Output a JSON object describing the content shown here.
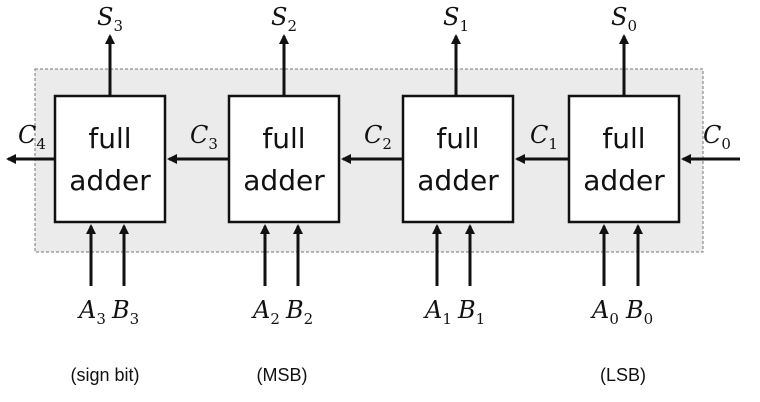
{
  "adders": [
    {
      "line1": "full",
      "line2": "adder",
      "sum": {
        "sym": "S",
        "idx": "3"
      },
      "carry_in": {
        "sym": "C",
        "idx": "3"
      },
      "carry_out": {
        "sym": "C",
        "idx": "4"
      },
      "a": {
        "sym": "A",
        "idx": "3"
      },
      "b": {
        "sym": "B",
        "idx": "3"
      },
      "note": "(sign bit)"
    },
    {
      "line1": "full",
      "line2": "adder",
      "sum": {
        "sym": "S",
        "idx": "2"
      },
      "carry_in": {
        "sym": "C",
        "idx": "2"
      },
      "a": {
        "sym": "A",
        "idx": "2"
      },
      "b": {
        "sym": "B",
        "idx": "2"
      },
      "note": "(MSB)"
    },
    {
      "line1": "full",
      "line2": "adder",
      "sum": {
        "sym": "S",
        "idx": "1"
      },
      "carry_in": {
        "sym": "C",
        "idx": "1"
      },
      "a": {
        "sym": "A",
        "idx": "1"
      },
      "b": {
        "sym": "B",
        "idx": "1"
      }
    },
    {
      "line1": "full",
      "line2": "adder",
      "sum": {
        "sym": "S",
        "idx": "0"
      },
      "carry_in": {
        "sym": "C",
        "idx": "0"
      },
      "a": {
        "sym": "A",
        "idx": "0"
      },
      "b": {
        "sym": "B",
        "idx": "0"
      },
      "note": "(LSB)"
    }
  ],
  "colors": {
    "frame_fill": "#ebebeb",
    "frame_stroke": "#777777",
    "line": "#111111",
    "box_fill": "#ffffff"
  }
}
